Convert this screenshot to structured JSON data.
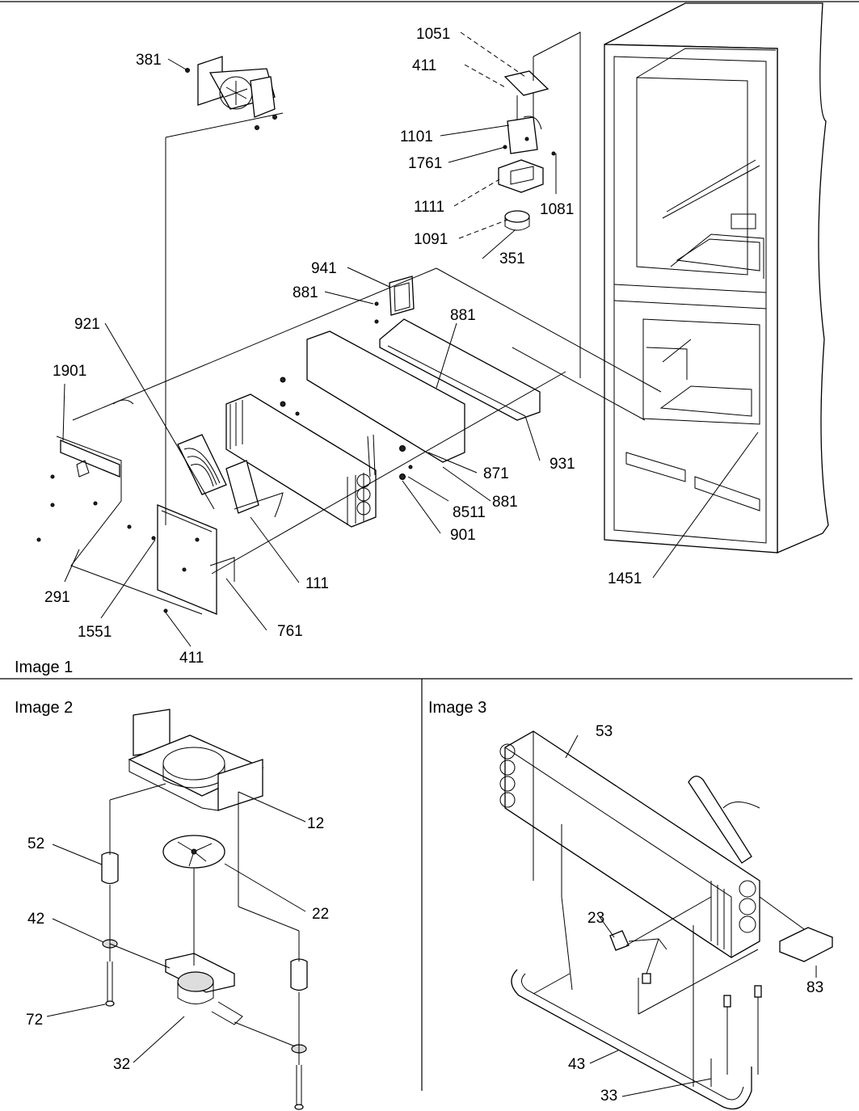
{
  "panels": [
    {
      "caption": "Image 1"
    },
    {
      "caption": "Image 2"
    },
    {
      "caption": "Image 3"
    }
  ],
  "callouts": [
    "381",
    "1051",
    "411",
    "1101",
    "1761",
    "1111",
    "1081",
    "1091",
    "351",
    "941",
    "881",
    "921",
    "881",
    "1901",
    "871",
    "931",
    "8511",
    "881",
    "901",
    "111",
    "291",
    "1551",
    "761",
    "411",
    "1451",
    "12",
    "52",
    "22",
    "42",
    "72",
    "32",
    "53",
    "23",
    "83",
    "43",
    "33"
  ]
}
